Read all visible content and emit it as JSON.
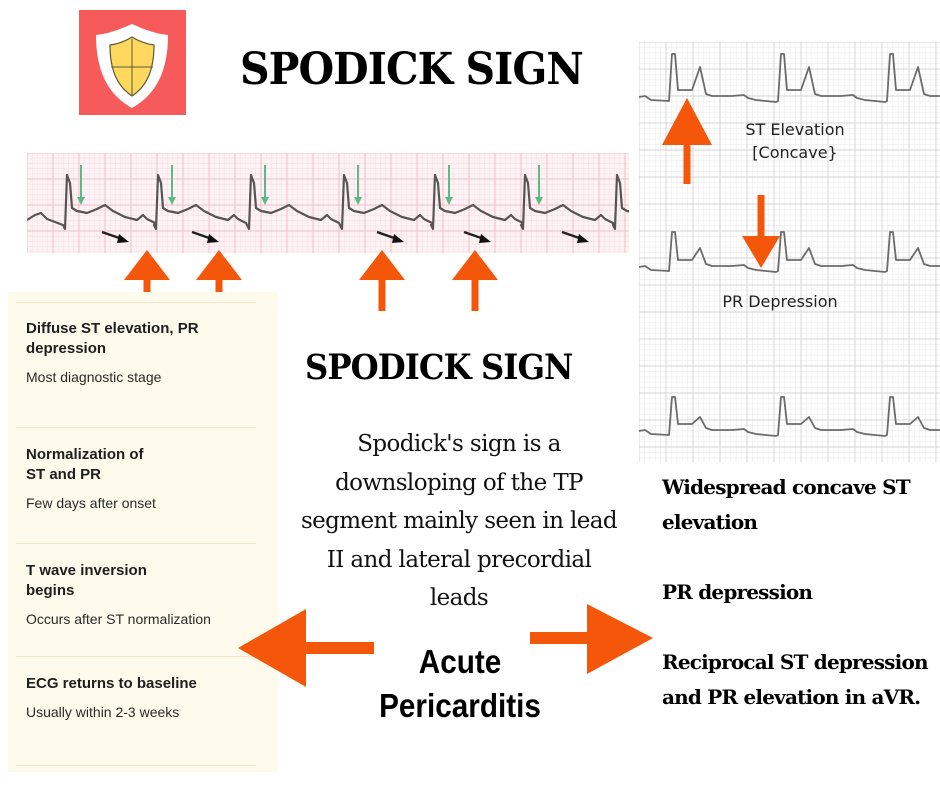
{
  "header": {
    "title": "SPODICK SIGN",
    "logo_icon": "shield-icon"
  },
  "colors": {
    "logo_bg": "#f65a5a",
    "shield_fill": "#fdd85d",
    "arrow": "#f4560a",
    "card_bg": "#fefaec",
    "ecg_grid_pink": "#f3c9d2",
    "ecg_marker_green": "#5fb88a"
  },
  "ecg_strip": {
    "description": "ECG rhythm strip showing TP segment downsloping",
    "markers": {
      "green_arrows": 6,
      "black_arrows": 5,
      "orange_arrows": 4
    }
  },
  "ecg_panel": {
    "labels": {
      "st_elevation": "ST Elevation",
      "st_elevation_sub": "[Concave}",
      "pr_depression": "PR Depression"
    }
  },
  "stages": [
    {
      "title": "Diffuse ST elevation, PR depression",
      "desc": "Most diagnostic stage"
    },
    {
      "title": "Normalization of ST and PR",
      "desc": "Few days after onset"
    },
    {
      "title": "T wave inversion begins",
      "desc": "Occurs after ST normalization"
    },
    {
      "title": "ECG returns to baseline",
      "desc": "Usually within 2-3 weeks"
    }
  ],
  "center": {
    "title": "SPODICK SIGN",
    "description": "Spodick's sign is a downsloping of the TP segment mainly seen in lead II and lateral precordial leads",
    "condition": "Acute Pericarditis"
  },
  "findings": [
    "Widespread concave ST elevation",
    "PR depression",
    "Reciprocal ST depression and PR elevation in aVR."
  ]
}
